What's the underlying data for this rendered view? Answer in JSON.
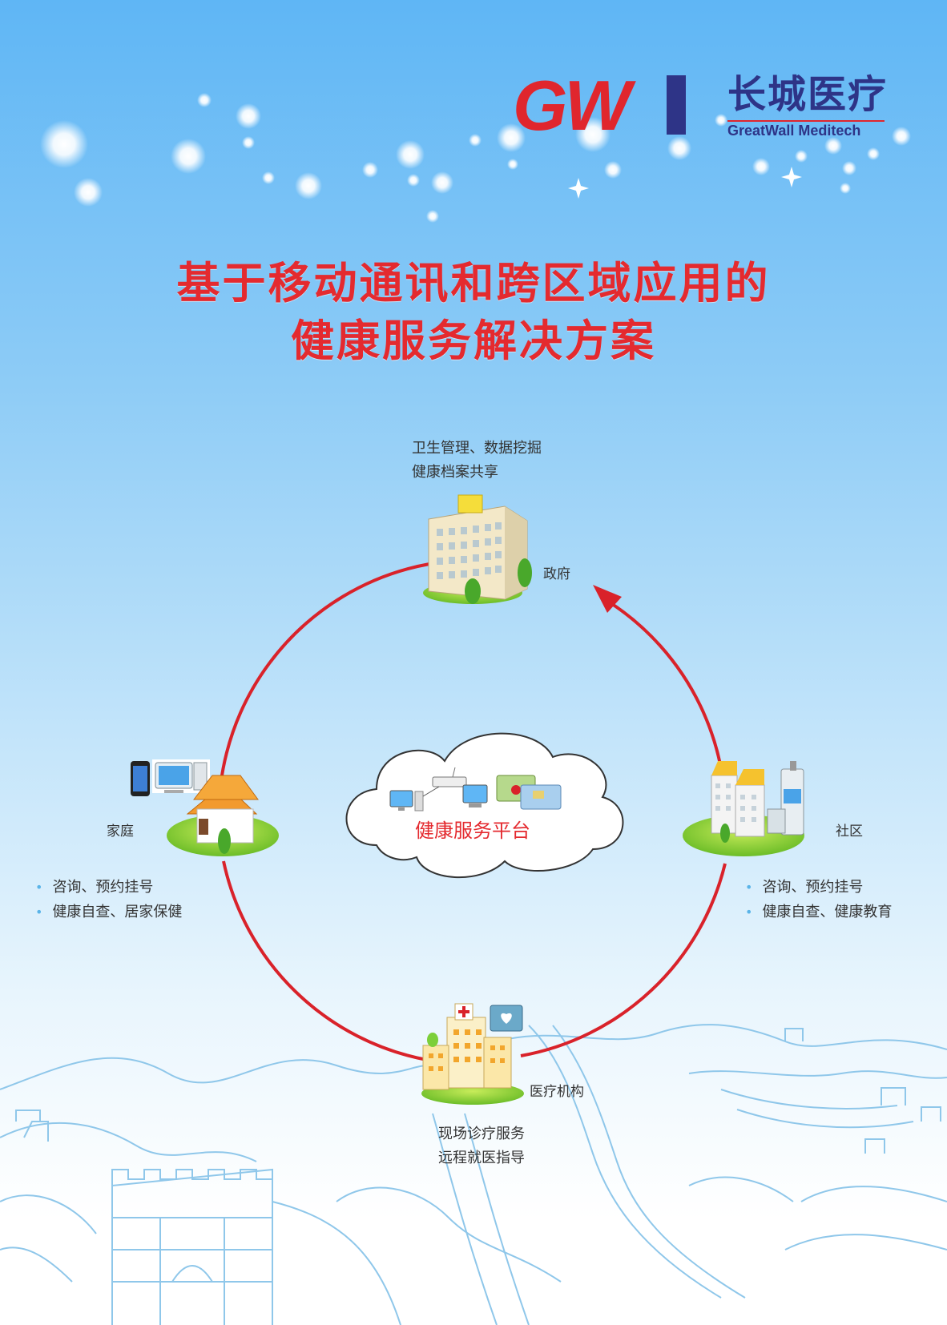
{
  "logo": {
    "mark": "GW",
    "cn": "长城医疗",
    "en": "GreatWall Meditech"
  },
  "title": {
    "line1": "基于移动通讯和跨区域应用的",
    "line2": "健康服务解决方案"
  },
  "government": {
    "name": "政府",
    "desc1": "卫生管理、数据挖掘",
    "desc2": "健康档案共享"
  },
  "family": {
    "name": "家庭",
    "bullets": [
      "咨询、预约挂号",
      "健康自查、居家保健"
    ]
  },
  "community": {
    "name": "社区",
    "bullets": [
      "咨询、预约挂号",
      "健康自查、健康教育"
    ]
  },
  "medical": {
    "name": "医疗机构",
    "desc1": "现场诊疗服务",
    "desc2": "远程就医指导"
  },
  "platform": {
    "name": "健康服务平台"
  },
  "colors": {
    "accent_red": "#e42a2f",
    "brand_blue": "#2e3487",
    "sky": "#5fb6f5"
  }
}
